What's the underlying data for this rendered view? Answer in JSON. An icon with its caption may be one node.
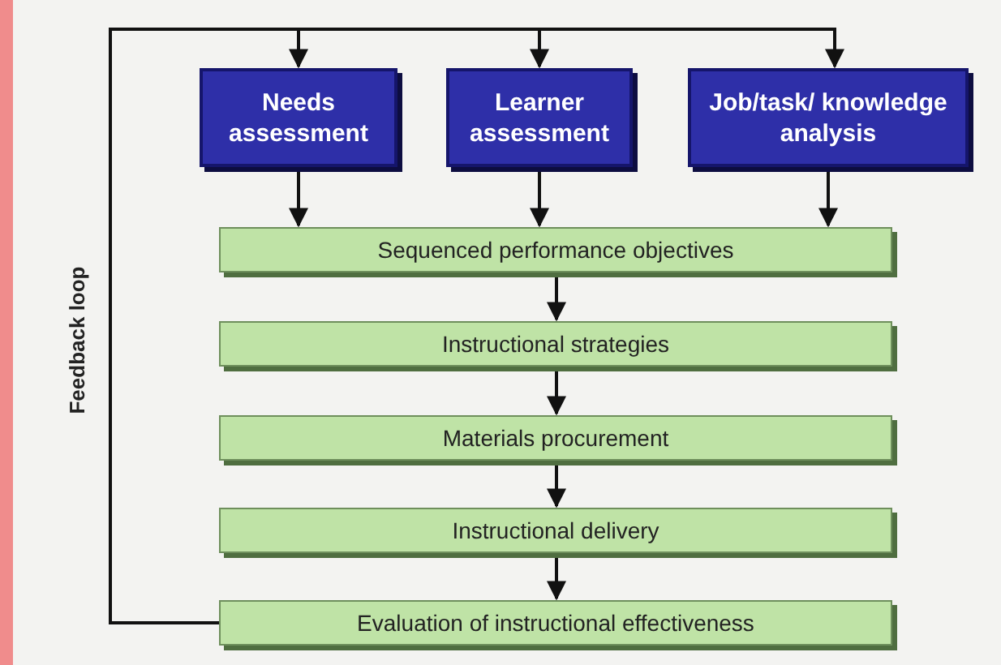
{
  "diagram": {
    "nodes": [
      {
        "text": [
          "Needs assessment"
        ]
      },
      {
        "text": [
          "Learner assessment"
        ]
      },
      {
        "text": [
          "Job/task/ knowledge analysis"
        ]
      },
      {
        "text": [
          "Sequenced performance objectives"
        ]
      },
      {
        "text": [
          "Instructional strategies"
        ]
      },
      {
        "text": [
          "Materials procurement"
        ]
      },
      {
        "text": [
          "Instructional delivery"
        ]
      },
      {
        "text": [
          "Evaluation of instructional effectiveness"
        ]
      }
    ],
    "edges": [
      {
        "from": 7,
        "to": 0,
        "arrow": "to"
      },
      {
        "from": 7,
        "to": 1,
        "arrow": "to"
      },
      {
        "from": 7,
        "to": 2,
        "arrow": "to"
      },
      {
        "from": 0,
        "to": 3,
        "arrow": "to"
      },
      {
        "from": 1,
        "to": 3,
        "arrow": "to"
      },
      {
        "from": 2,
        "to": 3,
        "arrow": "to"
      },
      {
        "from": 3,
        "to": 4,
        "arrow": "to"
      },
      {
        "from": 4,
        "to": 5,
        "arrow": "to"
      },
      {
        "from": 5,
        "to": 6,
        "arrow": "to"
      },
      {
        "from": 6,
        "to": 7,
        "arrow": "to"
      }
    ],
    "labels": [
      "Feedback loop"
    ]
  }
}
